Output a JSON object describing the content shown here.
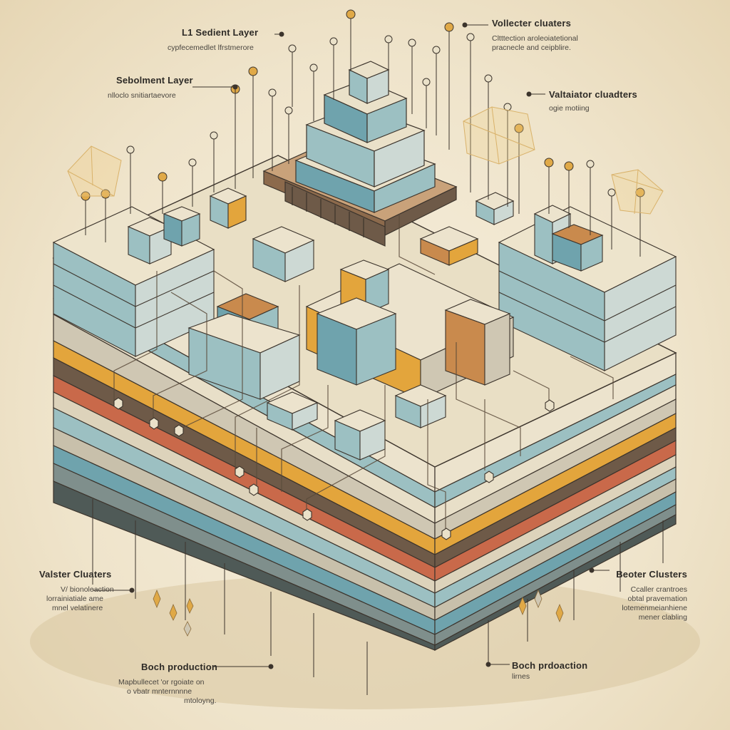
{
  "labels": {
    "top_left_1": {
      "title": "L1 Sedient Layer",
      "sub": "cypfecemedlet lfrstmerore"
    },
    "top_left_2": {
      "title": "Sebolment Layer",
      "sub": "nlloclo snitiartaevore"
    },
    "top_right_1": {
      "title": "Vollecter cluaters",
      "sub_lines": [
        "Cltttection aroleoiatetional",
        "pracnecle and ceipblire."
      ]
    },
    "top_right_2": {
      "title": "Valtaiator cluadters",
      "sub": "ogie motiing"
    },
    "mid_left": {
      "title": "Valster Cluaters",
      "sub_lines": [
        "V/ bionoleaction",
        "lorrainiatiale ame",
        "mnel velatinere"
      ]
    },
    "mid_right": {
      "title": "Beoter Clusters",
      "sub_lines": [
        "Ccaller crantroes",
        "obtal pravemation",
        "lotemenmeianhiene",
        "mener clabling"
      ]
    },
    "bottom_left": {
      "title": "Boch production",
      "sub_lines": [
        "Mapbullecet 'or rgoiate on",
        "o vbatr mnternnnne",
        "mtoloyng."
      ]
    },
    "bottom_right": {
      "title": "Boch prdoaction",
      "sub": "lirnes"
    }
  },
  "colors": {
    "paper": "#f3ead6",
    "ink": "#4a3f33",
    "teal": "#6fa3ad",
    "teal_light": "#9cc0c2",
    "amber": "#e3a53c",
    "rust": "#c9694a",
    "brown": "#6e5a48",
    "cream": "#ece3cd",
    "wood": "#c98a4d",
    "gold": "#e0a947"
  },
  "icons": [
    "cube-node-icon",
    "hexagon-node-icon",
    "pin-node-icon",
    "crystal-icon",
    "wireframe-polyhedron-icon"
  ]
}
